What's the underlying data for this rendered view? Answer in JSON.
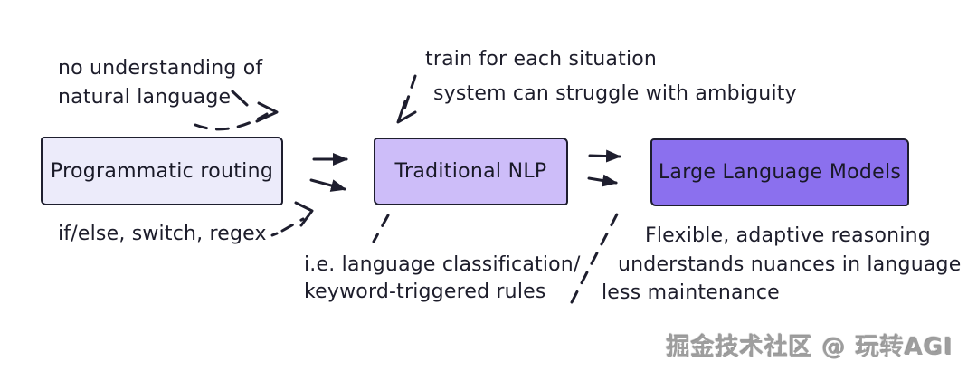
{
  "diagram": {
    "boxes": [
      {
        "label": "Programmatic routing",
        "bg": "#ecebfa"
      },
      {
        "label": "Traditional NLP",
        "bg": "#cdbdf9"
      },
      {
        "label": "Large Language Models",
        "bg": "#8b70ee"
      }
    ],
    "notes": {
      "no_understanding_line1": "no understanding of",
      "no_understanding_line2": "natural language",
      "train_each_situation": "train for each situation",
      "struggle_ambiguity": "system can struggle with ambiguity",
      "if_else_switch_regex": "if/else, switch, regex",
      "ie_language_classification": "i.e. language classification/",
      "keyword_triggered_rules": "keyword-triggered rules",
      "flexible_reasoning": "Flexible, adaptive reasoning",
      "understands_nuances": "understands nuances in language",
      "less_maintenance": "less maintenance"
    },
    "watermark": "掘金技术社区 @ 玩转AGI",
    "colors": {
      "stroke": "#1e1e2e",
      "box_programmatic_bg": "#ecebfa",
      "box_nlp_bg": "#cdbdf9",
      "box_llm_bg": "#8b70ee",
      "watermark_gray": "#9e9e9e",
      "background": "#ffffff"
    }
  }
}
